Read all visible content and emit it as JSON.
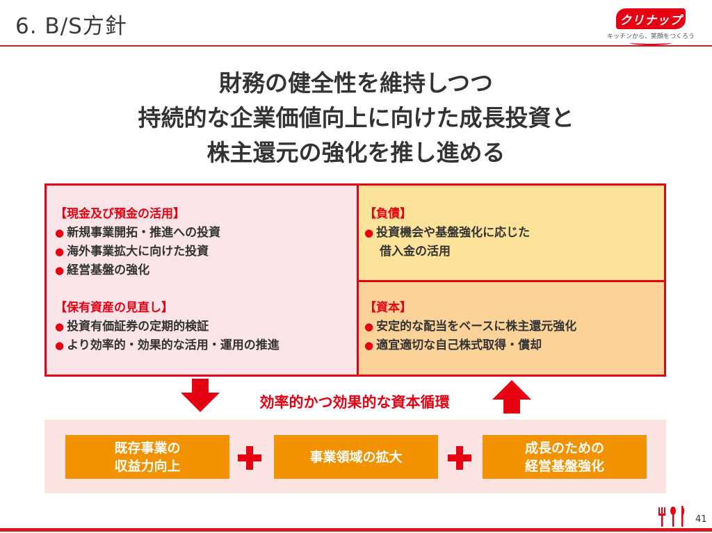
{
  "header": {
    "title": "6. B/S方針",
    "logo_text": "クリナップ",
    "logo_tagline": "キッチンから、笑顔をつくろう"
  },
  "headline": {
    "lines": [
      "財務の健全性を維持しつつ",
      "持続的な企業価値向上に向けた成長投資と",
      "株主還元の強化を推し進める"
    ]
  },
  "left_panel": {
    "sections": [
      {
        "title": "【現金及び預金の活用】",
        "items": [
          "新規事業開拓・推進への投資",
          "海外事業拡大に向けた投資",
          "経営基盤の強化"
        ]
      },
      {
        "title": "【保有資産の見直し】",
        "items": [
          "投資有価証券の定期的検証",
          "より効率的・効果的な活用・運用の推進"
        ]
      }
    ]
  },
  "liabilities_panel": {
    "title": "【負債】",
    "item_line1": "投資機会や基盤強化に応じた",
    "item_line2": "借入金の活用"
  },
  "capital_panel": {
    "title": "【資本】",
    "items": [
      "安定的な配当をベースに株主還元強化",
      "適宜適切な自己株式取得・償却"
    ]
  },
  "cycle_label": "効率的かつ効果的な資本循環",
  "pillars": [
    {
      "line1": "既存事業の",
      "line2": "収益力向上"
    },
    {
      "line1": "事業領域の拡大",
      "line2": ""
    },
    {
      "line1": "成長のための",
      "line2": "経営基盤強化"
    }
  ],
  "footer": {
    "page_number": "41"
  },
  "icons": {
    "bullet": "red-dot-icon",
    "down_arrow": "arrow-down-icon",
    "up_arrow": "arrow-up-icon",
    "plus": "plus-icon",
    "cutlery": "cutlery-icon"
  },
  "colors": {
    "accent": "#e60012",
    "left_panel": "#fbe4e7",
    "top_right_panel": "#fde39a",
    "bottom_right_panel": "#fbd399",
    "pillar": "#f39200",
    "band": "#fbe3e1"
  }
}
